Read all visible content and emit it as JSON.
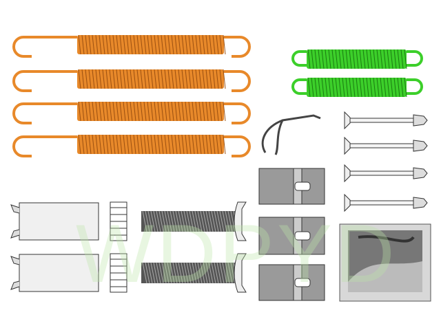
{
  "watermark": {
    "text": "WDPYD"
  },
  "colors": {
    "orange": "#e8892a",
    "green": "#3ccf2a",
    "gray": "#9a9a9a",
    "background": "#ffffff"
  },
  "parts": {
    "orange_springs": 4,
    "green_springs": 2,
    "wire_clips": 1,
    "hold_down_pins": 4,
    "retaining_clips": 3,
    "adjuster_sleeves": 2,
    "adjuster_washers": 2,
    "adjuster_screws": 2,
    "grease_packets": 1
  }
}
